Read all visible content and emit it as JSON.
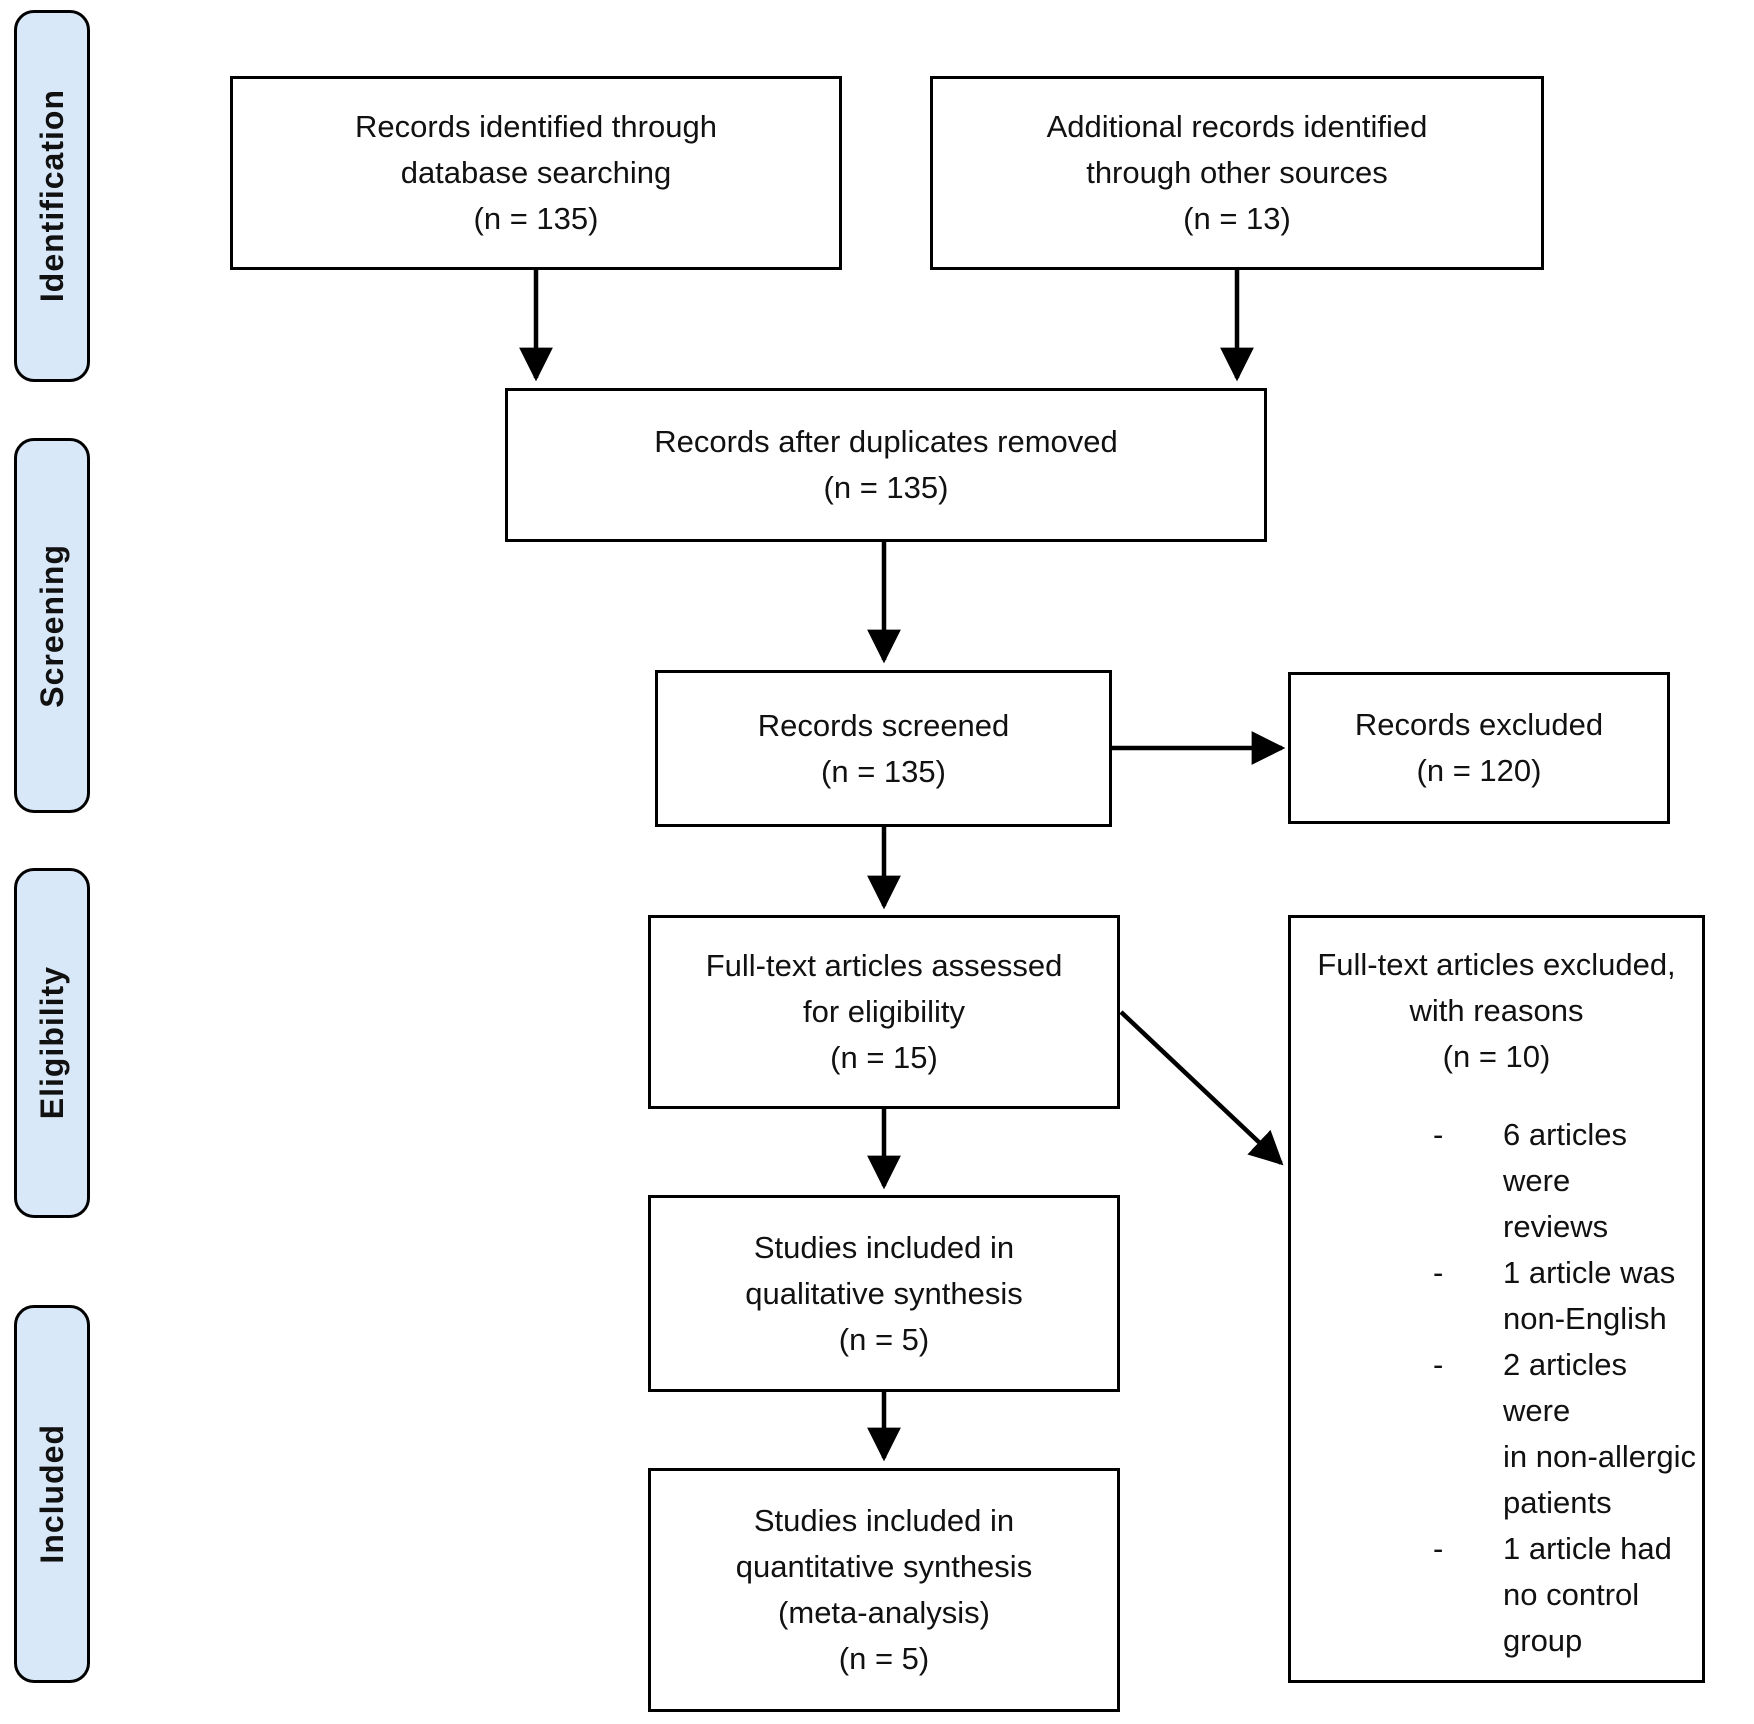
{
  "sidebar": {
    "stages": [
      {
        "id": "identification",
        "label": "Identification"
      },
      {
        "id": "screening",
        "label": "Screening"
      },
      {
        "id": "eligibility",
        "label": "Eligibility"
      },
      {
        "id": "included",
        "label": "Included"
      }
    ]
  },
  "flow": {
    "records_identified": {
      "lines": [
        "Records identified through",
        "database searching",
        "(n = 135)"
      ]
    },
    "additional_records": {
      "lines": [
        "Additional records identified",
        "through other sources",
        "(n = 13)"
      ]
    },
    "duplicates_removed": {
      "lines": [
        "Records after duplicates removed",
        "(n = 135)"
      ]
    },
    "records_screened": {
      "lines": [
        "Records screened",
        "(n = 135)"
      ]
    },
    "records_excluded": {
      "lines": [
        "Records excluded",
        "(n = 120)"
      ]
    },
    "fulltext_assessed": {
      "lines": [
        "Full-text articles assessed",
        "for eligibility",
        "(n = 15)"
      ]
    },
    "fulltext_excluded": {
      "heading": [
        "Full-text articles excluded,",
        "with reasons",
        "(n = 10)"
      ],
      "bullet_char": "-",
      "reasons": [
        {
          "text": "6 articles were reviews",
          "lines": [
            "6 articles were",
            "reviews"
          ]
        },
        {
          "text": "1 article was non-English",
          "lines": [
            "1 article was",
            "non-English"
          ]
        },
        {
          "text": "2 articles were in non-allergic patients",
          "lines": [
            "2 articles were",
            "in non-allergic",
            "patients"
          ]
        },
        {
          "text": "1 article had no control group",
          "lines": [
            "1 article had",
            "no control",
            "group"
          ]
        }
      ]
    },
    "qualitative_synthesis": {
      "lines": [
        "Studies included in",
        "qualitative synthesis",
        "(n = 5)"
      ]
    },
    "quantitative_synthesis": {
      "lines": [
        "Studies included in",
        "quantitative synthesis",
        "(meta-analysis)",
        "(n = 5)"
      ]
    }
  },
  "colors": {
    "stage_fill": "#d9e8f9",
    "stage_border": "#000000",
    "box_fill": "#ffffff",
    "box_border": "#000000",
    "arrow": "#000000",
    "text": "#111111"
  }
}
